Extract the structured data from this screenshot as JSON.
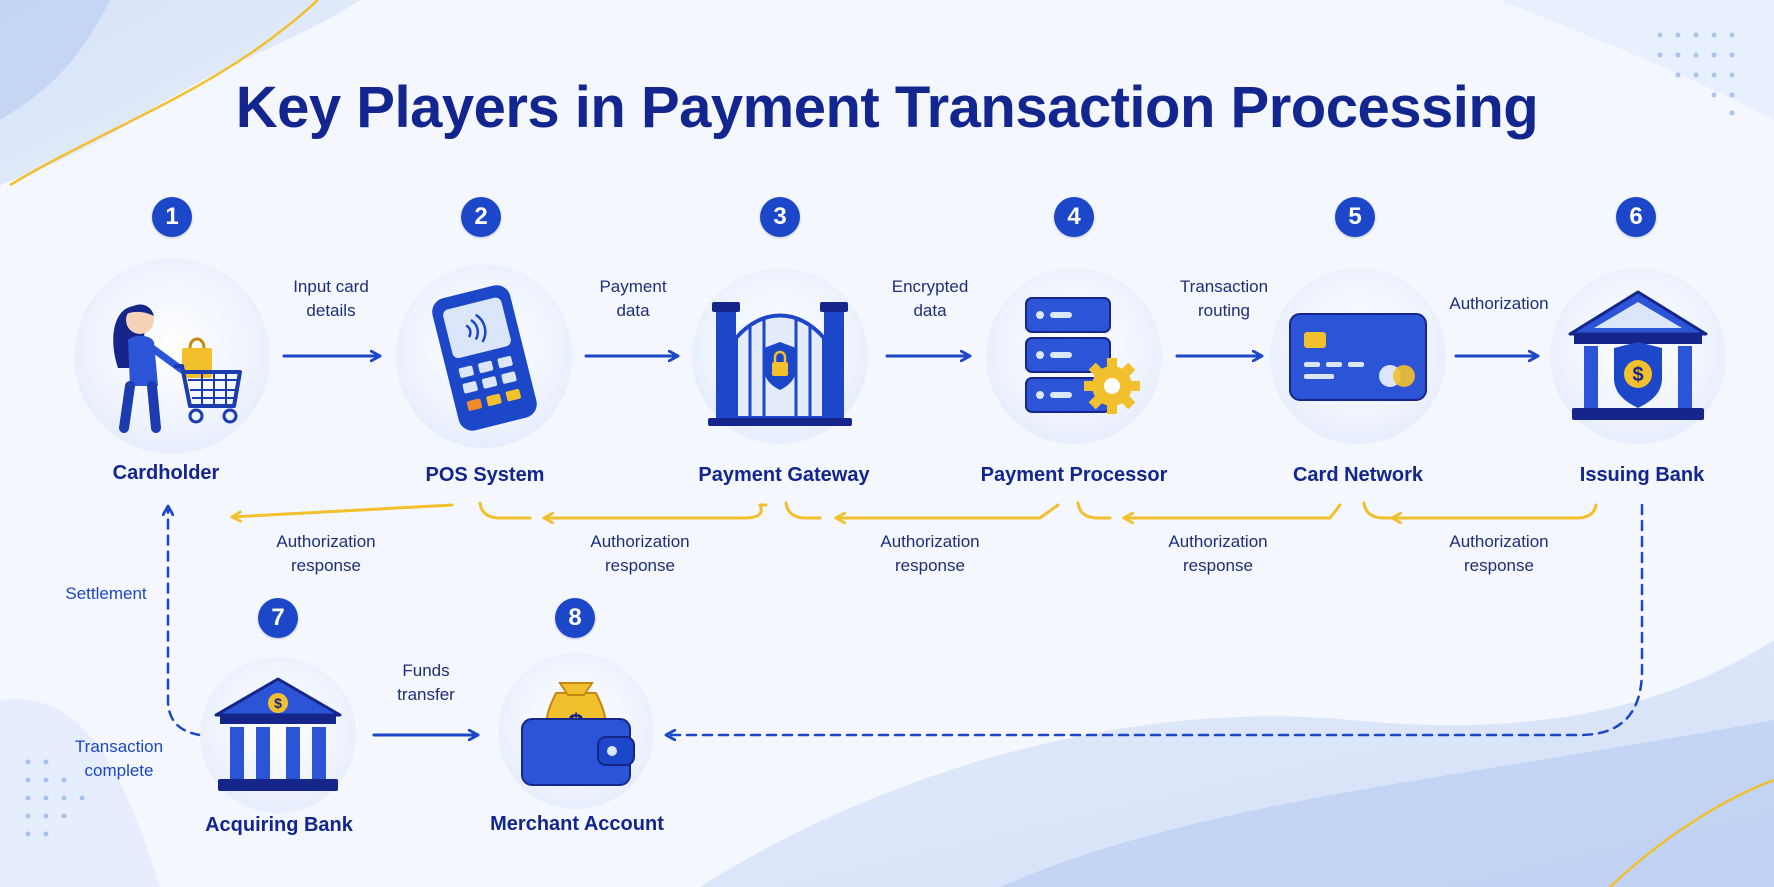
{
  "title": "Key Players in Payment Transaction Processing",
  "colors": {
    "title": "#13258f",
    "primary_blue": "#1c47c8",
    "accent_yellow": "#f2c02d",
    "background": "#f4f7fd"
  },
  "nodes": [
    {
      "id": "cardholder",
      "number": "1",
      "label": "Cardholder",
      "icon": "shopper-with-cart-icon"
    },
    {
      "id": "pos",
      "number": "2",
      "label": "POS System",
      "icon": "pos-terminal-icon"
    },
    {
      "id": "gateway",
      "number": "3",
      "label": "Payment Gateway",
      "icon": "gate-with-lock-icon"
    },
    {
      "id": "processor",
      "number": "4",
      "label": "Payment Processor",
      "icon": "server-gear-icon"
    },
    {
      "id": "network",
      "number": "5",
      "label": "Card Network",
      "icon": "credit-card-icon"
    },
    {
      "id": "issuing",
      "number": "6",
      "label": "Issuing Bank",
      "icon": "bank-shield-icon"
    },
    {
      "id": "acquiring",
      "number": "7",
      "label": "Acquiring Bank",
      "icon": "bank-icon"
    },
    {
      "id": "merchant",
      "number": "8",
      "label": "Merchant Account",
      "icon": "wallet-money-bag-icon"
    }
  ],
  "forward_edges": [
    {
      "from": "cardholder",
      "to": "pos",
      "lines": [
        "Input card",
        "details"
      ]
    },
    {
      "from": "pos",
      "to": "gateway",
      "lines": [
        "Payment",
        "data"
      ]
    },
    {
      "from": "gateway",
      "to": "processor",
      "lines": [
        "Encrypted",
        "data"
      ]
    },
    {
      "from": "processor",
      "to": "network",
      "lines": [
        "Transaction",
        "routing"
      ]
    },
    {
      "from": "network",
      "to": "issuing",
      "lines": [
        "Authorization"
      ]
    }
  ],
  "return_edges": [
    {
      "lines": [
        "Authorization",
        "response"
      ]
    },
    {
      "lines": [
        "Authorization",
        "response"
      ]
    },
    {
      "lines": [
        "Authorization",
        "response"
      ]
    },
    {
      "lines": [
        "Authorization",
        "response"
      ]
    },
    {
      "lines": [
        "Authorization",
        "response"
      ]
    }
  ],
  "bottom_edges": {
    "funds": {
      "lines": [
        "Funds",
        "transfer"
      ]
    },
    "settlement": "Settlement",
    "complete": [
      "Transaction",
      "complete"
    ]
  }
}
